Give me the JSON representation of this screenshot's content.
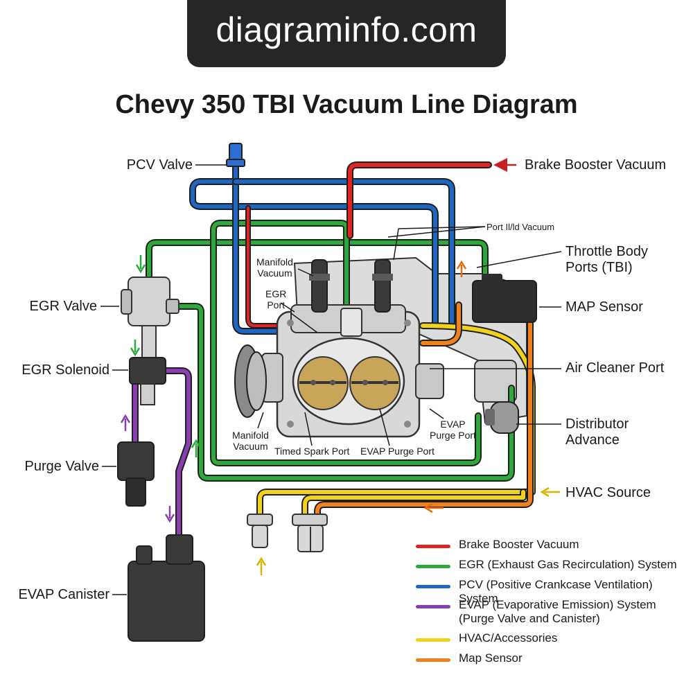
{
  "banner": "diagraminfo.com",
  "title": "Chevy 350 TBI Vacuum Line Diagram",
  "labels": {
    "pcv_valve": "PCV Valve",
    "brake_booster": "Brake Booster Vacuum",
    "port_vacuum": "Port Il/ld Vacuum",
    "throttle_body_ports_1": "Throttle Body",
    "throttle_body_ports_2": "Ports (TBI)",
    "map_sensor": "MAP Sensor",
    "air_cleaner_port": "Air Cleaner Port",
    "distributor_advance_1": "Distributor",
    "distributor_advance_2": "Advance",
    "hvac_source": "HVAC Source",
    "egr_valve": "EGR Valve",
    "egr_solenoid": "EGR Solenoid",
    "purge_valve": "Purge Valve",
    "evap_canister": "EVAP Canister",
    "manifold_vacuum_top_1": "Manifold",
    "manifold_vacuum_top_2": "Vacuum",
    "egr_port_1": "EGR",
    "egr_port_2": "Port",
    "manifold_vacuum_bottom_1": "Manifold",
    "manifold_vacuum_bottom_2": "Vacuum",
    "timed_spark_port": "Timed Spark Port",
    "evap_purge_port": "EVAP Purge Port",
    "evap_purge_port_right_1": "EVAP",
    "evap_purge_port_right_2": "Purge Port"
  },
  "legend": [
    {
      "color": "#e02424",
      "text": "Brake Booster Vacuum"
    },
    {
      "color": "#2ea83a",
      "text": "EGR (Exhaust Gas Recirculation) System"
    },
    {
      "color": "#1e66c4",
      "text": "PCV (Positive Crankcase Ventilation) System"
    },
    {
      "color": "#8a3fb0",
      "text": "EVAP (Evaporative Emission) System (Purge Valve and Canister)"
    },
    {
      "color": "#f2d21b",
      "text": "HVAC/Accessories"
    },
    {
      "color": "#f0821e",
      "text": "Map Sensor"
    }
  ]
}
